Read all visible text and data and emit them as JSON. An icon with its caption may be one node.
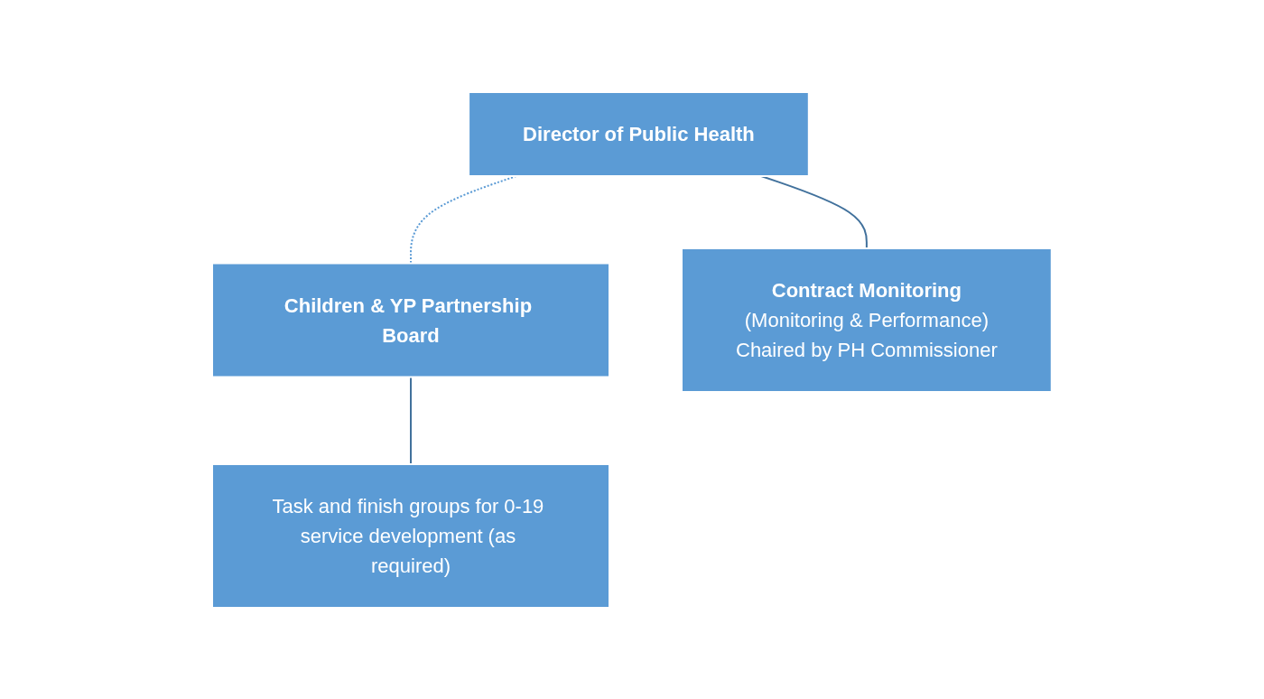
{
  "diagram": {
    "nodes": [
      {
        "text": [
          "Director of Public Health"
        ]
      },
      {
        "text": [
          "Children & YP Partnership Board"
        ]
      },
      {
        "text": [
          "Contract Monitoring",
          "(Monitoring & Performance)",
          "Chaired by PH Commissioner"
        ]
      },
      {
        "text": [
          "Task and finish groups for 0-19 service development (as required)"
        ]
      }
    ],
    "edges": [
      {
        "from": 0,
        "to": 1,
        "arrow": "none",
        "style": "dashed",
        "color": "#5b9bd5"
      },
      {
        "from": 0,
        "to": 2,
        "arrow": "none"
      },
      {
        "from": 1,
        "to": 3,
        "arrow": "none"
      }
    ]
  }
}
